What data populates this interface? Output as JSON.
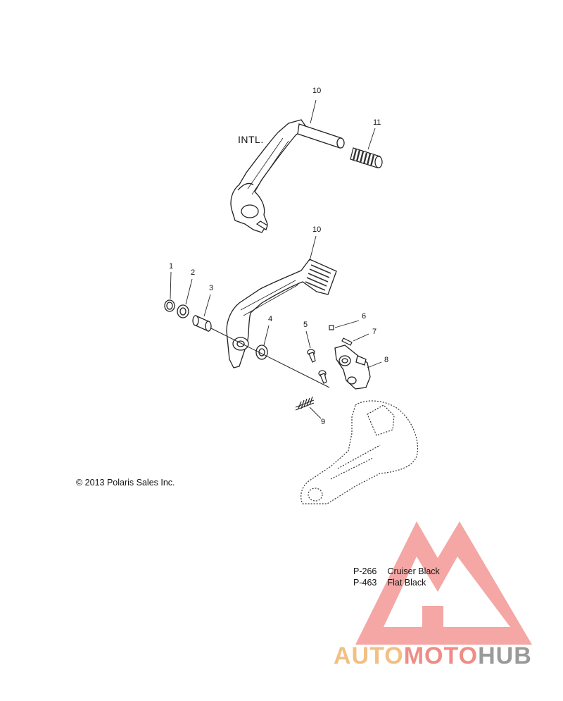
{
  "title": "",
  "region_label": "INTL.",
  "copyright": "© 2013 Polaris Sales Inc.",
  "paint_codes": [
    {
      "code": "P-266",
      "name": "Cruiser Black"
    },
    {
      "code": "P-463",
      "name": "Flat Black"
    }
  ],
  "callouts": [
    {
      "id": "callout-10-top",
      "text": "10"
    },
    {
      "id": "callout-11",
      "text": "11"
    },
    {
      "id": "callout-10-main",
      "text": "10"
    },
    {
      "id": "callout-1",
      "text": "1"
    },
    {
      "id": "callout-2",
      "text": "2"
    },
    {
      "id": "callout-3",
      "text": "3"
    },
    {
      "id": "callout-4",
      "text": "4"
    },
    {
      "id": "callout-5",
      "text": "5"
    },
    {
      "id": "callout-6",
      "text": "6"
    },
    {
      "id": "callout-7",
      "text": "7"
    },
    {
      "id": "callout-8",
      "text": "8"
    },
    {
      "id": "callout-9",
      "text": "9"
    }
  ],
  "watermark": {
    "part1": "AUTO",
    "part2": "MOTO",
    "part3": "HUB",
    "colors": {
      "auto": "#f2c082",
      "moto": "#ef8c86",
      "hub": "#9a9a9a",
      "triangle": "#f08a86"
    }
  }
}
